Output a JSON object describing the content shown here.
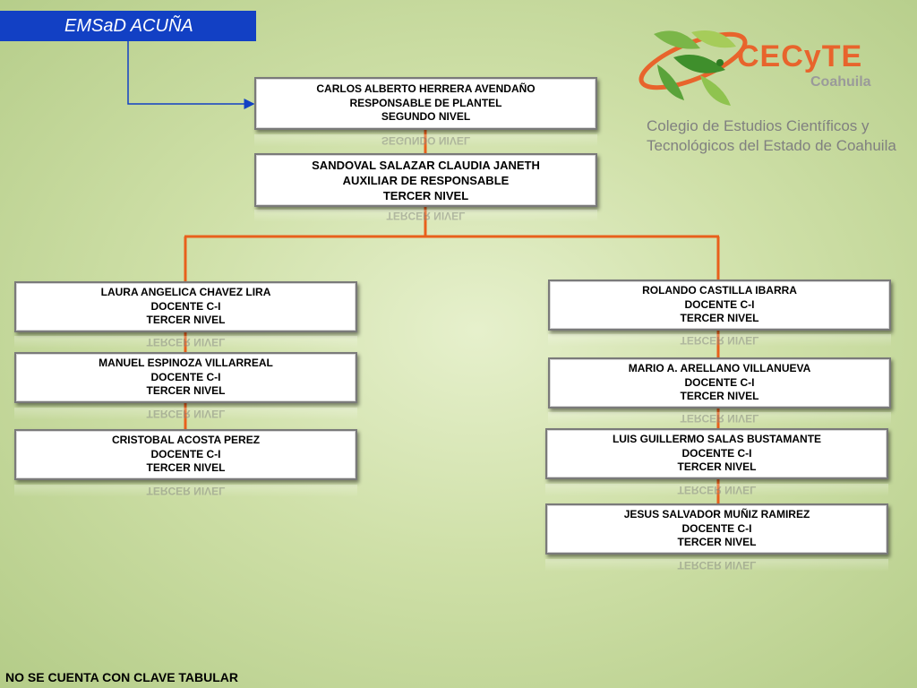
{
  "header": {
    "title": "EMSaD ACUÑA"
  },
  "logo": {
    "brand": "CECyTE",
    "state": "Coahuila",
    "line1": "Colegio de Estudios Científicos y",
    "line2": "Tecnológicos del Estado de Coahuila"
  },
  "colors": {
    "title_bg": "#1240c4",
    "connector": "#e8601c",
    "arrow": "#1240c4"
  },
  "nodes": {
    "director": {
      "name": "CARLOS ALBERTO HERRERA AVENDAÑO",
      "role": "RESPONSABLE DE PLANTEL",
      "level": "SEGUNDO NIVEL"
    },
    "assistant": {
      "name": "SANDOVAL SALAZAR CLAUDIA JANETH",
      "role": "AUXILIAR DE RESPONSABLE",
      "level": "TERCER NIVEL"
    },
    "left": [
      {
        "name": "LAURA ANGELICA CHAVEZ LIRA",
        "role": "DOCENTE C-I",
        "level": "TERCER NIVEL"
      },
      {
        "name": "MANUEL ESPINOZA VILLARREAL",
        "role": "DOCENTE C-I",
        "level": "TERCER NIVEL"
      },
      {
        "name": "CRISTOBAL ACOSTA PEREZ",
        "role": "DOCENTE C-I",
        "level": "TERCER NIVEL"
      }
    ],
    "right": [
      {
        "name": "ROLANDO CASTILLA IBARRA",
        "role": "DOCENTE C-I",
        "level": "TERCER NIVEL"
      },
      {
        "name": "MARIO A. ARELLANO VILLANUEVA",
        "role": "DOCENTE C-I",
        "level": "TERCER NIVEL"
      },
      {
        "name": "LUIS GUILLERMO SALAS BUSTAMANTE",
        "role": "DOCENTE C-I",
        "level": "TERCER NIVEL"
      },
      {
        "name": "JESUS SALVADOR MUÑIZ RAMIREZ",
        "role": "DOCENTE C-I",
        "level": "TERCER NIVEL"
      }
    ]
  },
  "footer": {
    "note": "NO SE CUENTA CON CLAVE TABULAR"
  }
}
